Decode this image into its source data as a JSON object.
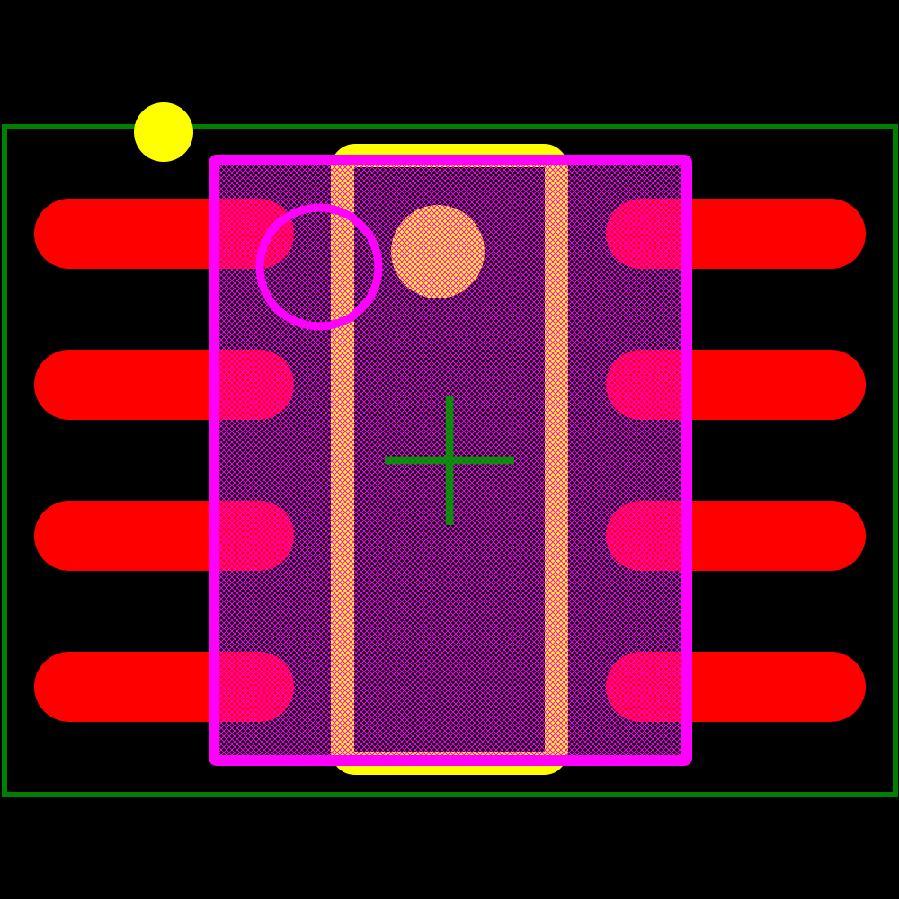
{
  "footprint": {
    "pin_count": 8,
    "pins_per_side": 4
  },
  "colors": {
    "background": "#000000",
    "courtyard": "#008000",
    "pad": "#ff0000",
    "silkscreen": "#ffff00",
    "fabrication": "#ff00ff",
    "origin_marker": "#00a000"
  },
  "icons": {
    "pin1_marker": "filled-circle",
    "origin": "crosshair"
  }
}
